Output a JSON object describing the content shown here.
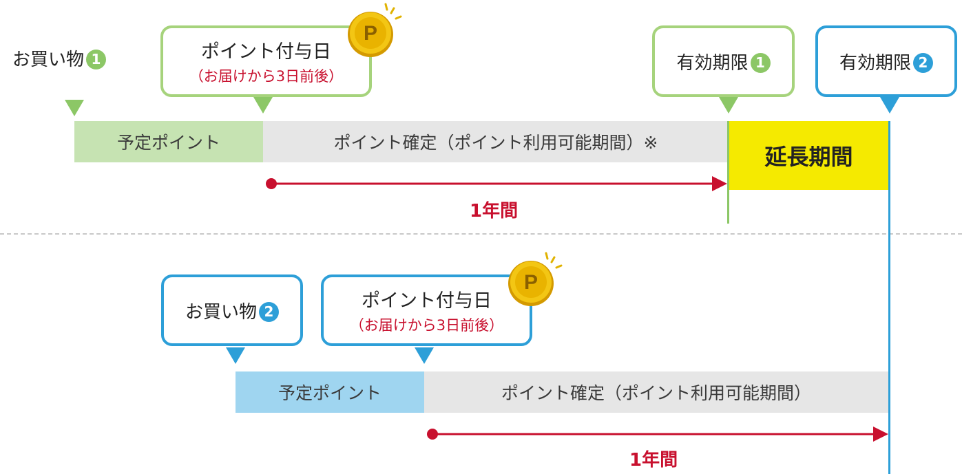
{
  "top": {
    "shopping": {
      "label": "お買い物",
      "num": "1"
    },
    "award": {
      "title": "ポイント付与日",
      "sub": "（お届けから3日前後）"
    },
    "expiry1": {
      "label": "有効期限",
      "num": "1"
    },
    "expiry2": {
      "label": "有効期限",
      "num": "2"
    },
    "pending_bar": "予定ポイント",
    "confirmed_bar": "ポイント確定（ポイント利用可能期間）※",
    "extension_bar": "延長期間",
    "period": "1年間",
    "coin": "P"
  },
  "bottom": {
    "shopping": {
      "label": "お買い物",
      "num": "2"
    },
    "award": {
      "title": "ポイント付与日",
      "sub": "（お届けから3日前後）"
    },
    "pending_bar": "予定ポイント",
    "confirmed_bar": "ポイント確定（ポイント利用可能期間）",
    "period": "1年間",
    "coin": "P"
  },
  "colors": {
    "green": "#8cc766",
    "green_light": "#c6e3b2",
    "blue": "#2d9fd8",
    "blue_light": "#9fd5f0",
    "gray": "#e6e6e6",
    "yellow": "#f5ea00",
    "red": "#c8102e"
  }
}
